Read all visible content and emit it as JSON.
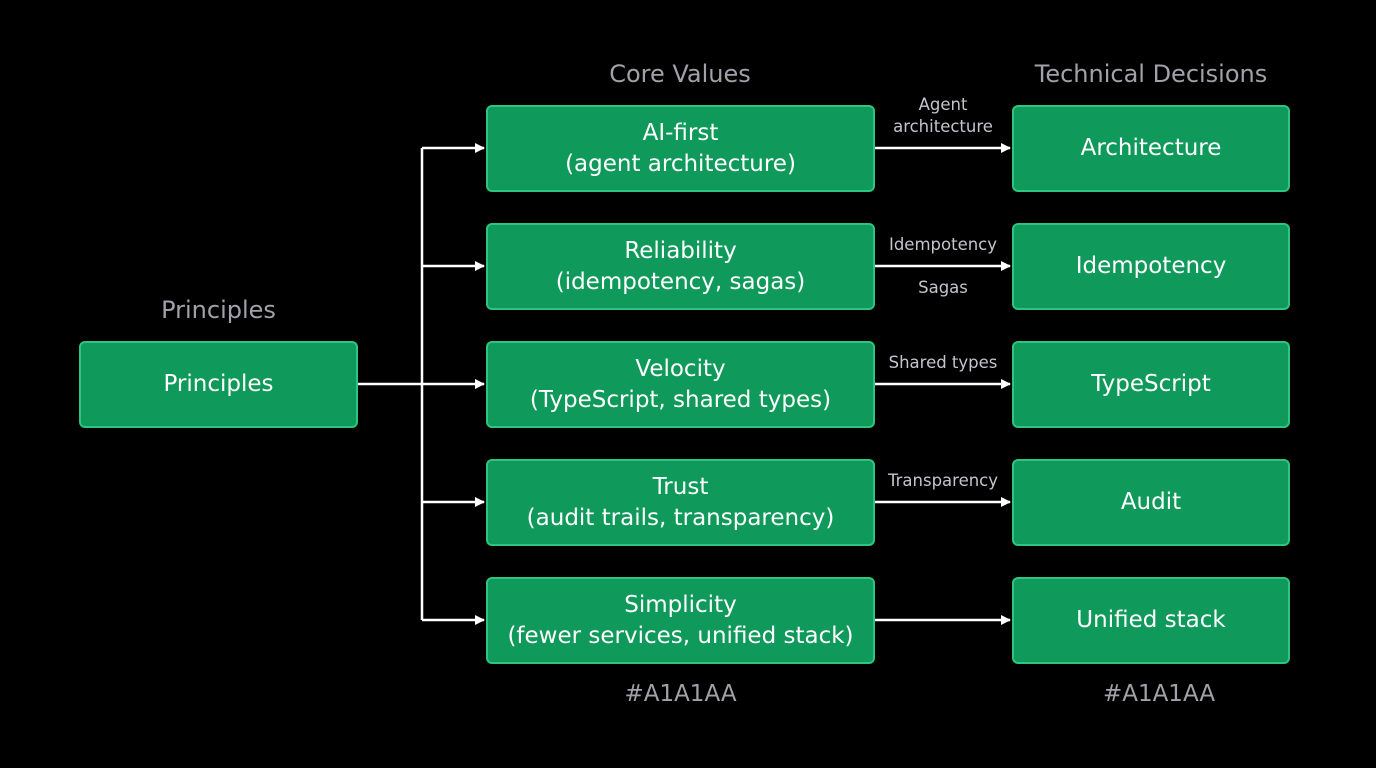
{
  "headers": {
    "principles": "Principles",
    "core_values": "Core Values",
    "technical_decisions": "Technical Decisions"
  },
  "root": {
    "label": "Principles"
  },
  "core_values": [
    {
      "title": "AI-first",
      "subtitle": "(agent architecture)"
    },
    {
      "title": "Reliability",
      "subtitle": "(idempotency, sagas)"
    },
    {
      "title": "Velocity",
      "subtitle": "(TypeScript, shared types)"
    },
    {
      "title": "Trust",
      "subtitle": "(audit trails, transparency)"
    },
    {
      "title": "Simplicity",
      "subtitle": "(fewer services, unified stack)"
    }
  ],
  "technical_decisions": [
    {
      "label": "Architecture"
    },
    {
      "label": "Idempotency"
    },
    {
      "label": "TypeScript"
    },
    {
      "label": "Audit"
    },
    {
      "label": "Unified stack"
    }
  ],
  "edge_labels": [
    {
      "above": "Agent",
      "above2": "architecture",
      "below": ""
    },
    {
      "above": "Idempotency",
      "above2": "",
      "below": "Sagas"
    },
    {
      "above": "Shared types",
      "above2": "",
      "below": ""
    },
    {
      "above": "Transparency",
      "above2": "",
      "below": ""
    },
    {
      "above": "",
      "above2": "",
      "below": ""
    }
  ],
  "footers": {
    "core_values": "#A1A1AA",
    "technical_decisions": "#A1A1AA"
  },
  "colors": {
    "background": "#000000",
    "node_fill": "#0f9a5b",
    "node_border": "#2dc57f",
    "text": "#ffffff",
    "muted": "#a1a1aa",
    "arrow": "#ffffff"
  }
}
